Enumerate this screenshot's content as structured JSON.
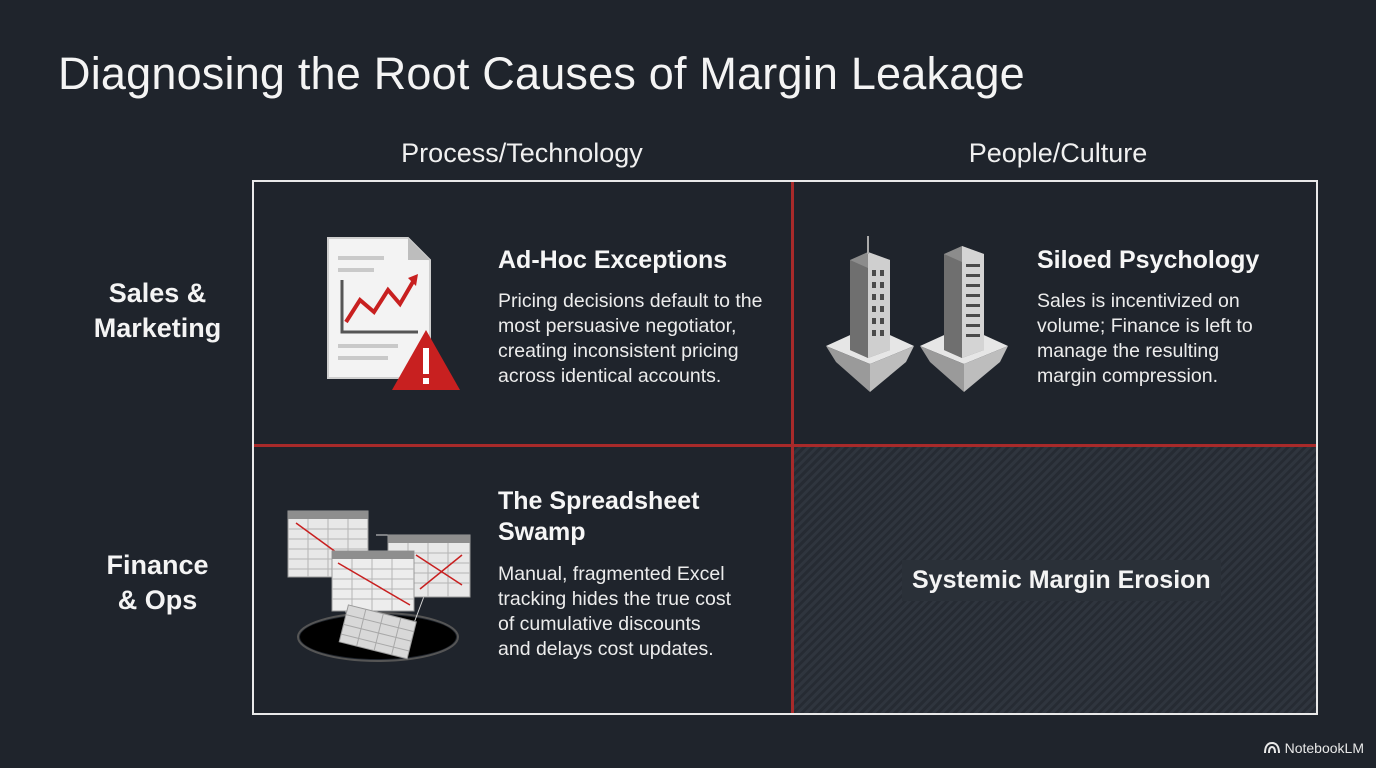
{
  "title": "Diagnosing the Root Causes of Margin Leakage",
  "columns": [
    "Process/Technology",
    "People/Culture"
  ],
  "rows": [
    {
      "line1": "Sales &",
      "line2": "Marketing"
    },
    {
      "line1": "Finance",
      "line2": "& Ops"
    }
  ],
  "cells": {
    "adhoc": {
      "title": "Ad-Hoc Exceptions",
      "body": [
        "Pricing decisions default to the",
        "most persuasive negotiator,",
        "creating inconsistent pricing",
        "across identical accounts."
      ],
      "icon": "document-chart-warning-icon"
    },
    "siloed": {
      "title": "Siloed Psychology",
      "body": [
        "Sales is incentivized on",
        "volume; Finance is left to",
        "manage the resulting",
        "margin compression."
      ],
      "icon": "isolated-towers-icon"
    },
    "spreadsheet": {
      "title_lines": [
        "The Spreadsheet",
        "Swamp"
      ],
      "body": [
        "Manual, fragmented Excel",
        "tracking hides the true cost",
        "of cumulative discounts",
        "and delays cost updates."
      ],
      "icon": "sinking-spreadsheets-icon"
    },
    "erosion": {
      "label": "Systemic Margin Erosion"
    }
  },
  "brand": {
    "label": "NotebookLM",
    "icon": "notebooklm-logo-icon"
  },
  "colors": {
    "accent": "#a82a2a",
    "background": "#1f242c",
    "warning": "#c82020"
  }
}
